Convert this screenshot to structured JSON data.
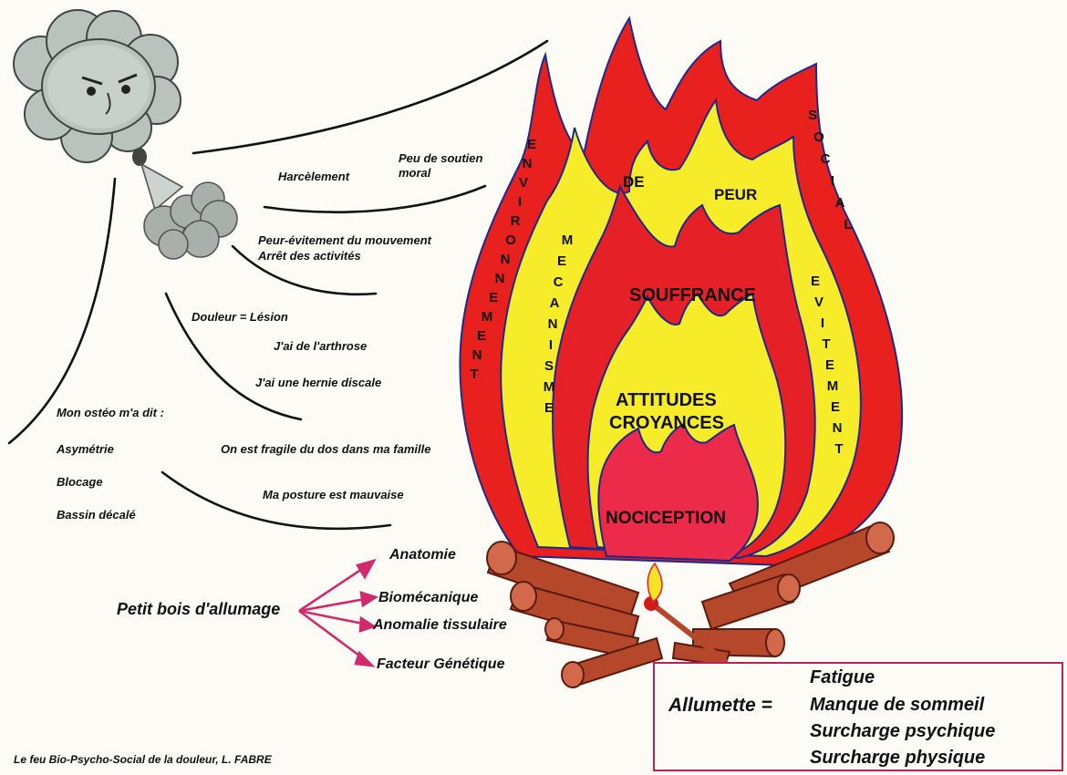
{
  "flame": {
    "outer_left": "ENVIRONNEMENT",
    "outer_right": "SOCIAL",
    "mid_left": "MECANISME",
    "mid_right": "EVITEMENT",
    "top_left": "DE",
    "top_right": "PEUR",
    "layer_souffrance": "SOUFFRANCE",
    "layer_attitudes": "ATTITUDES",
    "layer_croyances": "CROYANCES",
    "layer_nociception": "NOCICEPTION"
  },
  "wind_labels": {
    "harcelement": "Harcèlement",
    "soutien_1": "Peu de soutien",
    "soutien_2": "moral",
    "peur_evit": "Peur-évitement du mouvement",
    "arret": "Arrêt des activités",
    "douleur": "Douleur = Lésion",
    "arthrose": "J'ai de l'arthrose",
    "hernie": "J'ai une hernie discale",
    "osteo": "Mon ostéo m'a dit :",
    "asymetrie": "Asymétrie",
    "blocage": "Blocage",
    "bassin": "Bassin décalé",
    "fragile": "On est fragile du dos dans ma famille",
    "posture": "Ma posture est mauvaise"
  },
  "kindling": {
    "label": "Petit bois d'allumage",
    "items": [
      "Anatomie",
      "Biomécanique",
      "Anomalie tissulaire",
      "Facteur Génétique"
    ]
  },
  "match": {
    "label": "Allumette =",
    "items": [
      "Fatigue",
      "Manque de sommeil",
      "Surcharge psychique",
      "Surcharge physique"
    ]
  },
  "caption": "Le feu Bio-Psycho-Social de la douleur, L. FABRE",
  "colors": {
    "outer_flame": "#e8201e",
    "yellow_flame": "#f7ec2a",
    "inner_red": "#e52127",
    "core_pink": "#ec2a4a",
    "log": "#b5472a",
    "arrow": "#d02a6a",
    "box_border": "#b2245a",
    "cloud": "#b9c2bd"
  }
}
